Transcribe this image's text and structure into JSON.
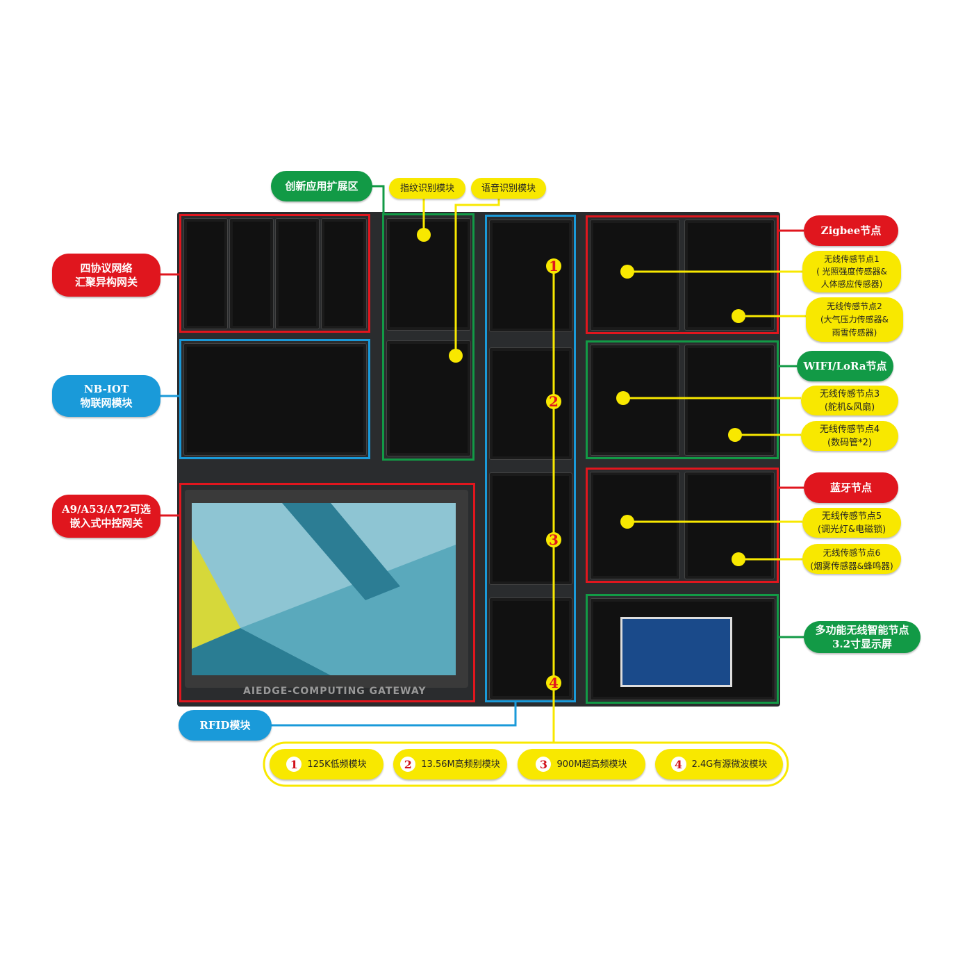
{
  "left_labels": {
    "gateway4": "四协议网络\n汇聚异构网关",
    "nbiot": "NB-IOT\n物联网模块",
    "a9": "A9/A53/A72可选\n嵌入式中控网关",
    "rfid": "RFID模块"
  },
  "top_labels": {
    "innovation": "创新应用扩展区",
    "fingerprint": "指纹识别模块",
    "voice": "语音识别模块"
  },
  "right_labels": {
    "zigbee": "Zigbee节点",
    "node1": "无线传感节点1\n( 光照强度传感器&\n人体感应传感器)",
    "node2": "无线传感节点2\n(大气压力传感器&\n雨雪传感器)",
    "wifi": "WIFI/LoRa节点",
    "node3": "无线传感节点3\n(舵机&风扇)",
    "node4": "无线传感节点4\n(数码管*2)",
    "bluetooth": "蓝牙节点",
    "node5": "无线传感节点5\n(调光灯&电磁锁)",
    "node6": "无线传感节点6\n(烟雾传感器&蜂鸣器)",
    "multi": "多功能无线智能节点\n3.2寸显示屏"
  },
  "rfid_modules": [
    {
      "num": "1",
      "label": "125K低频模块"
    },
    {
      "num": "2",
      "label": "13.56M高频别模块"
    },
    {
      "num": "3",
      "label": "900M超高频模块"
    },
    {
      "num": "4",
      "label": "2.4G有源微波模块"
    }
  ],
  "board_text": "AIEDGE-COMPUTING GATEWAY",
  "colors": {
    "red": "#e0161e",
    "blue": "#1a9ad9",
    "green": "#129a46",
    "yellow": "#f8e800"
  }
}
